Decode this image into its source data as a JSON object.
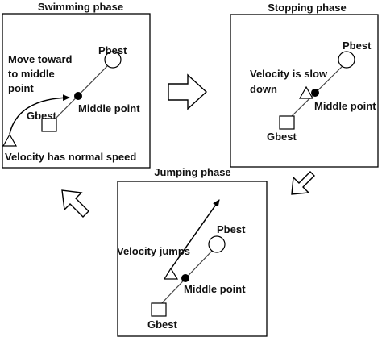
{
  "phases": {
    "swimming": {
      "title": "Swimming phase",
      "pbest": "Pbest",
      "gbest": "Gbest",
      "middle": "Middle point",
      "note_lines": [
        "Move toward",
        "to middle",
        "point"
      ],
      "velocity": "Velocity has normal speed"
    },
    "stopping": {
      "title": "Stopping phase",
      "pbest": "Pbest",
      "gbest": "Gbest",
      "middle": "Middle point",
      "note_lines": [
        "Velocity is slow",
        "down"
      ]
    },
    "jumping": {
      "title": "Jumping phase",
      "pbest": "Pbest",
      "gbest": "Gbest",
      "middle": "Middle point",
      "note_lines": [
        "Velocity jumps"
      ]
    }
  }
}
